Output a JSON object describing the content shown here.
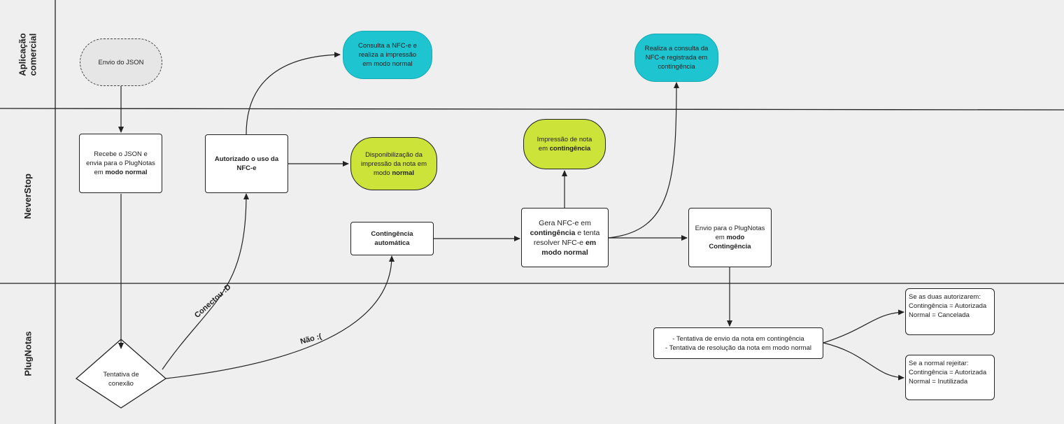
{
  "lanes": {
    "app": "Aplicação\ncomercial",
    "neverstop": "NeverStop",
    "plugnotas": "PlugNotas"
  },
  "nodes": {
    "envio_json": "Envio do JSON",
    "consulta_normal": "Consulta a NFC-e e realiza a impressão em modo normal",
    "consulta_contingencia": "Realiza a consulta da NFC-e registrada em contingência",
    "recebe_json": {
      "pre": "Recebe o JSON e envia para o PlugNotas em ",
      "bold": "modo normal"
    },
    "autorizado": "Autorizado o uso da NFC-e",
    "disponibilizacao": {
      "pre": "Disponibilização da impressão da nota em modo ",
      "bold": "normal"
    },
    "impressao_contingencia": {
      "pre": "Impressão de nota em ",
      "bold": "contingência"
    },
    "contingencia_auto": "Contingência automática",
    "gera_nfce": {
      "p1": "Gera NFC-e em ",
      "b1": "contingência",
      "p2": " e tenta resolver NFC-e ",
      "b2": "em modo normal"
    },
    "envio_plugnotas": {
      "pre": "Envio para o PlugNotas em ",
      "bold": "modo Contingência"
    },
    "tentativa_conexao": "Tentativa de conexão",
    "tentativas": {
      "line1": "- Tentativa de envio da nota em contingência",
      "line2": "- Tentativa de resolução da nota em modo normal"
    },
    "nota_autorizarem": {
      "line1": "Se as duas autorizarem:",
      "line2": "Contingência = Autorizada",
      "line3": "Normal = Cancelada"
    },
    "nota_rejeitar": {
      "line1": "Se a normal rejeitar:",
      "line2": "Contingência = Autorizada",
      "line3": "Normal = Inutilizada"
    }
  },
  "edge_labels": {
    "conectou": "Conectou :D",
    "nao": "Não :("
  },
  "colors": {
    "cyan": "#1ec4d0",
    "lime": "#cce33a",
    "dashed_fill": "#e6e6e6",
    "background": "#efefef"
  }
}
